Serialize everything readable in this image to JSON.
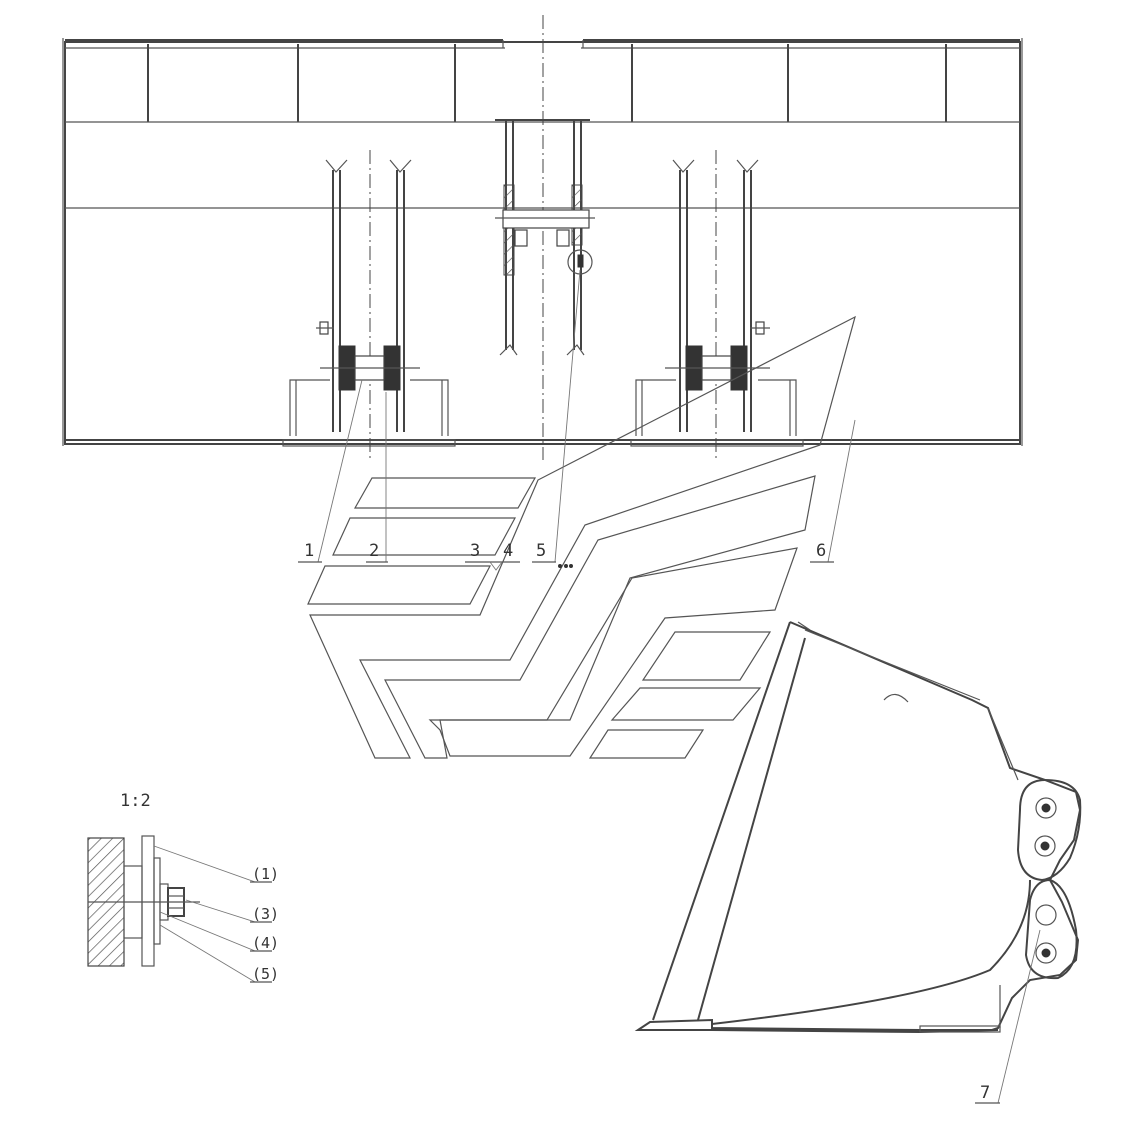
{
  "callouts": {
    "c1": "1",
    "c2": "2",
    "c3": "3",
    "c4": "4",
    "c5": "5",
    "c6": "6",
    "c7": "7"
  },
  "detail": {
    "scale": "1:2",
    "labels": [
      "(1)",
      "(3)",
      "(4)",
      "(5)"
    ]
  }
}
